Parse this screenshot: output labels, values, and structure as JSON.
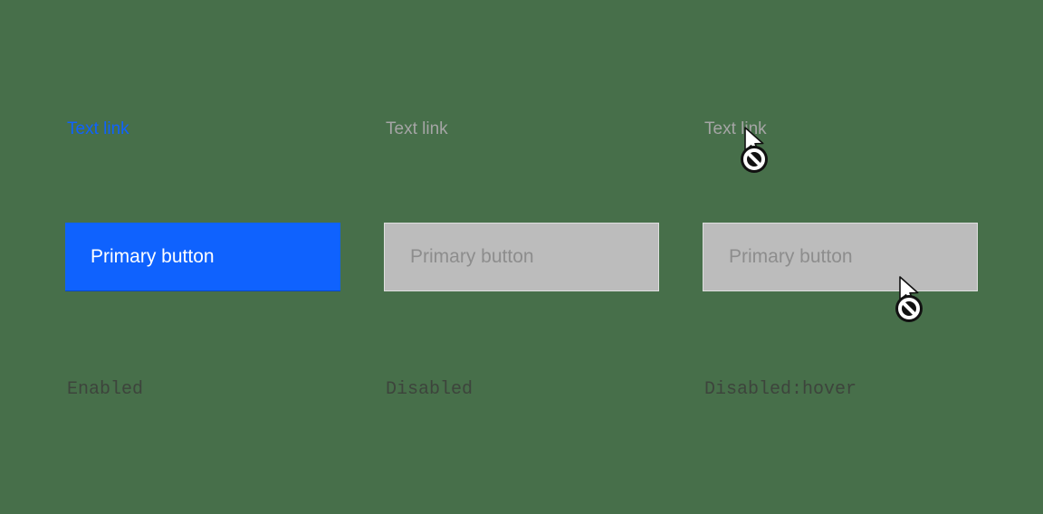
{
  "page": {
    "background_color": "#476f4a"
  },
  "colors": {
    "link_enabled": "#0f62fe",
    "link_disabled": "#a5a5a5",
    "button_primary_background": "#0f62fe",
    "button_primary_text": "#ffffff",
    "button_disabled_background": "#bcbcbc",
    "button_disabled_text": "#8d8d8d",
    "state_label_text": "#3d443c"
  },
  "columns": [
    {
      "state": "enabled",
      "link_label": "Text link",
      "button_label": "Primary button",
      "state_label": "Enabled"
    },
    {
      "state": "disabled",
      "link_label": "Text link",
      "button_label": "Primary button",
      "state_label": "Disabled"
    },
    {
      "state": "disabled-hover",
      "link_label": "Text link",
      "button_label": "Primary button",
      "state_label": "Disabled:hover"
    }
  ],
  "icons": {
    "cursor": "not-allowed-cursor-icon"
  }
}
